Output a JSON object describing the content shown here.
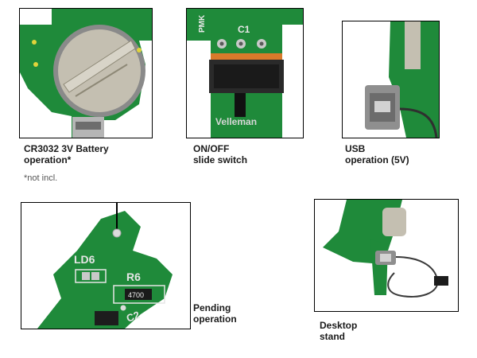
{
  "panels": [
    {
      "caption_lines": [
        "CR3032 3V Battery",
        "operation*"
      ],
      "note": "*not incl."
    },
    {
      "caption_lines": [
        "ON/OFF",
        "slide switch"
      ],
      "pcb_text": "Velleman",
      "silk_labels": [
        "PMK",
        "C1"
      ]
    },
    {
      "caption_lines": [
        "USB",
        "operation (5V)"
      ]
    },
    {
      "caption_lines": [
        "Pending",
        "operation"
      ],
      "silk_labels": [
        "LD6",
        "R6",
        "4700",
        "C2"
      ]
    },
    {
      "caption_lines": [
        "Desktop",
        "stand"
      ]
    }
  ],
  "colors": {
    "pcb_green": "#1f8a3a",
    "pcb_dark": "#146b2a",
    "solder": "#c9c9c9",
    "battery_metal": "#b8b3a7",
    "black_plastic": "#1c1c1c"
  }
}
